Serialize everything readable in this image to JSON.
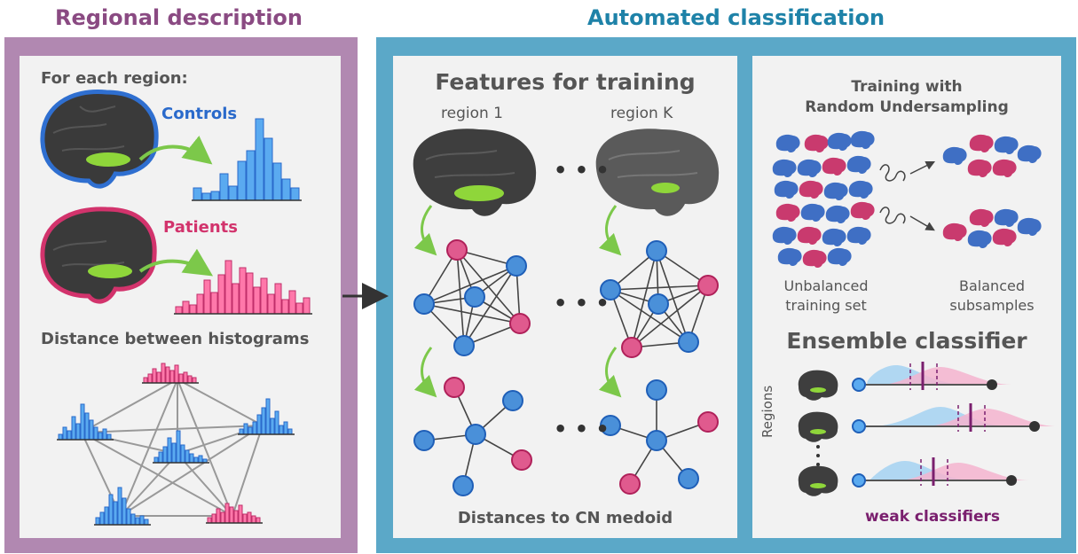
{
  "headings": {
    "left": "Regional description",
    "right": "Automated classification"
  },
  "left_panel": {
    "for_each": "For each region:",
    "controls": "Controls",
    "patients": "Patients",
    "distance": "Distance between histograms"
  },
  "middle_panel": {
    "title": "Features for training",
    "region_first": "region 1",
    "region_last": "region K",
    "ellipsis": "• • •",
    "footer": "Distances to CN medoid"
  },
  "right_panel": {
    "training_line1": "Training with",
    "training_line2": "Random Undersampling",
    "unbalanced_line1": "Unbalanced",
    "unbalanced_line2": "training set",
    "balanced_line1": "Balanced",
    "balanced_line2": "subsamples",
    "ensemble_title": "Ensemble classifier",
    "regions_label": "Regions",
    "weak_label": "weak classifiers"
  },
  "colors": {
    "controls": "#4a90d9",
    "patients": "#e05a8e",
    "region": "#8fd63a",
    "arrow": "#7cc84a",
    "classifier": "#7a1f6e"
  },
  "icons": [
    "brain-icon",
    "graph-icon",
    "curly-arrow-icon",
    "right-arrow-icon"
  ]
}
